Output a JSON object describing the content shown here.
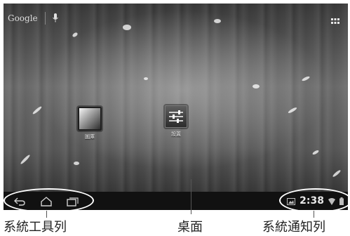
{
  "search": {
    "brand": "Google"
  },
  "apps": [
    {
      "label": "圖庫"
    },
    {
      "label": "設置"
    }
  ],
  "status_bar": {
    "time": "2:38"
  },
  "captions": {
    "system_toolbar": "系統工具列",
    "desktop": "桌面",
    "notification_bar": "系統通知列"
  },
  "icons": [
    "mic-icon",
    "apps-grid-icon",
    "back-icon",
    "home-icon",
    "recent-apps-icon",
    "notification-image-icon",
    "wifi-icon",
    "battery-icon"
  ],
  "colors": {
    "navbar": "#111111",
    "callout": "#ffffff"
  }
}
